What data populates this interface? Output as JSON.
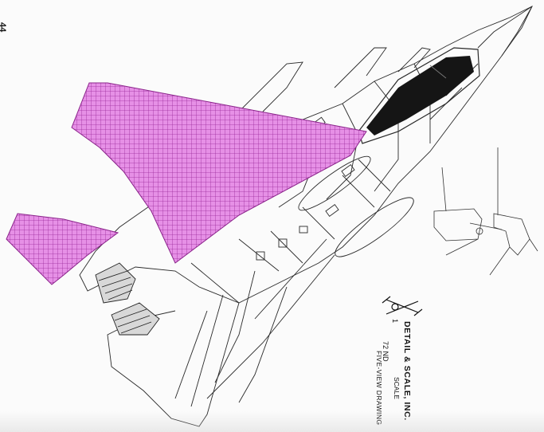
{
  "page": {
    "number": "44"
  },
  "logo": {
    "company": "DETAIL & SCALE, INC.",
    "scale_numerator": "1",
    "scale_denominator": "72 ND",
    "scale_word": "SCALE",
    "subtitle": "FIVE-VIEW DRAWING"
  },
  "callouts": {
    "c1": "",
    "c2": "",
    "c3": "",
    "c4": "",
    "c5": "",
    "c6": ""
  },
  "colors": {
    "overlay_fill": "#e08ae0",
    "overlay_grid": "#9b2a9b",
    "canopy": "#151515",
    "line": "#2a2a2a"
  }
}
